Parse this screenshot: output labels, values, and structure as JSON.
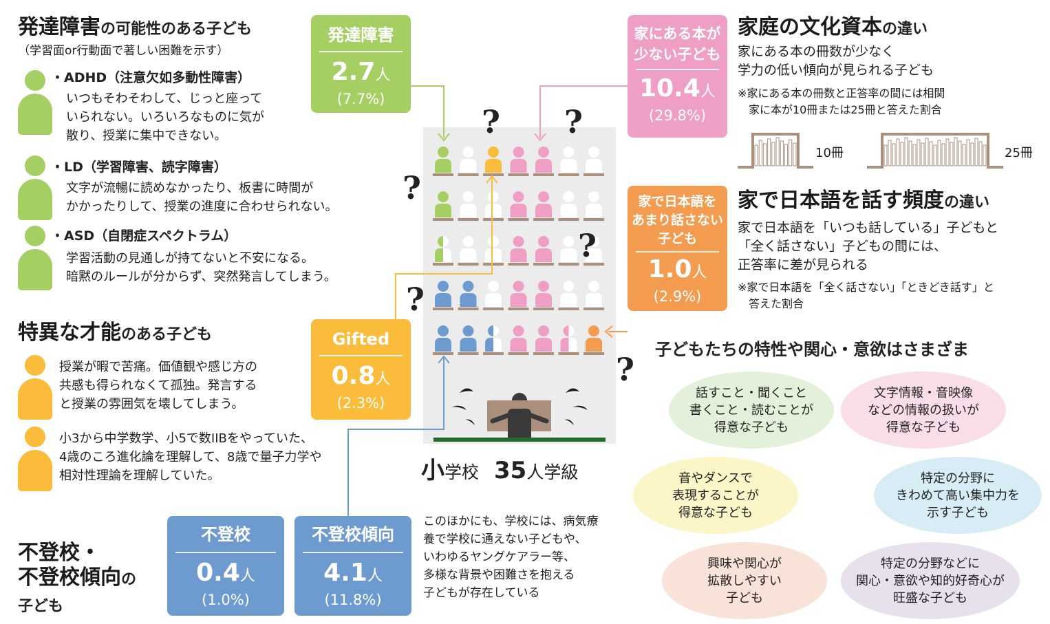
{
  "colors": {
    "green": "#a5cf63",
    "pink": "#ef9fc5",
    "orange": "#f39b4f",
    "yellow": "#fbbb3b",
    "blue": "#6d9bd0",
    "classroom_bg": "#ececec",
    "desk": "#a98f7c",
    "board": "#226b2f"
  },
  "dev": {
    "title_main": "発達障害",
    "title_rest": "の可能性のある子ども",
    "subtitle": "（学習面or行動面で著しい困難を示す）",
    "items": [
      {
        "title": "・ADHD（注意欠如多動性障害）",
        "desc": "いつもそわそわして、じっと座って\nいられない。いろいろなものに気が\n散り、授業に集中できない。"
      },
      {
        "title": "・LD（学習障害、読字障害）",
        "desc": "文字が流暢に読めなかったり、板書に時間が\nかかったりして、授業の進度に合わせられない。"
      },
      {
        "title": "・ASD（自閉症スペクトラム）",
        "desc": "学習活動の見通しが持てないと不安になる。\n暗黙のルールが分からず、突然発言してしまう。"
      }
    ]
  },
  "gifted": {
    "title_main": "特異な才能",
    "title_rest": "のある子ども",
    "items": [
      "授業が暇で苦痛。価値観や感じ方の\n共感も得られなくて孤独。発言する\nと授業の雰囲気を壊してしまう。",
      "小3から中学数学、小5で数IIBをやっていた、\n4歳のころ進化論を理解して、8歳で量子力学や\n相対性理論を理解していた。"
    ]
  },
  "absent": {
    "title_line1": "不登校・",
    "title_line2_main": "不登校傾向",
    "title_line2_rest": "の",
    "title_line3": "子ども"
  },
  "boxes": {
    "dev": {
      "label": "発達障害",
      "value": "2.7",
      "unit": "人",
      "pct": "(7.7%)"
    },
    "books": {
      "label": "家にある本が\n少ない子ども",
      "value": "10.4",
      "unit": "人",
      "pct": "(29.8%)"
    },
    "japanese": {
      "label": "家で日本語を\nあまり話さない\n子ども",
      "value": "1.0",
      "unit": "人",
      "pct": "(2.9%)"
    },
    "gifted": {
      "label": "Gifted",
      "value": "0.8",
      "unit": "人",
      "pct": "(2.3%)"
    },
    "absent": {
      "label": "不登校",
      "value": "0.4",
      "unit": "人",
      "pct": "(1.0%)"
    },
    "absent_tend": {
      "label": "不登校傾向",
      "value": "4.1",
      "unit": "人",
      "pct": "(11.8%)"
    }
  },
  "classroom": {
    "caption_small": "小",
    "caption_school": "学校",
    "caption_num": "35",
    "caption_rest": "人学級",
    "note": "このほかにも、学校には、病気療\n養で学校に通えない子どもや、\nいわゆるヤングケアラー等、\n多様な背景や困難さを抱える\n子どもが存在している",
    "qmark": "?"
  },
  "culture": {
    "title_main": "家庭の文化資本",
    "title_rest": "の違い",
    "desc": "家にある本の冊数が少なく\n学力の低い傾向が見られる子ども",
    "note": "※家にある本の冊数と正答率の間には相関\n　家に本が10冊または25冊と答えた割合",
    "shelf1": "10冊",
    "shelf2": "25冊"
  },
  "language": {
    "title_main": "家で日本語を話す頻度",
    "title_rest": "の違い",
    "desc": "家で日本語を「いつも話している」子どもと\n「全く話さない」子どもの間には、\n正答率に差が見られる",
    "note": "※家で日本語を「全く話さない」「ときどき話す」と\n　答えた割合"
  },
  "traits": {
    "title": "子どもたちの特性や関心・意欲はさまざま",
    "bubbles": [
      {
        "text": "話すこと・聞くこと\n書くこと・読むことが\n得意な子ども",
        "color": "#e3f0da"
      },
      {
        "text": "文字情報・音映像\nなどの情報の扱いが\n得意な子ども",
        "color": "#f9dde8"
      },
      {
        "text": "音やダンスで\n表現することが\n得意な子ども",
        "color": "#fbf5c8"
      },
      {
        "text": "特定の分野に\nきわめて高い集中力を\n示す子ども",
        "color": "#d8ecf6"
      },
      {
        "text": "興味や関心が\n拡散しやすい\n子ども",
        "color": "#f9e2d7"
      },
      {
        "text": "特定の分野などに\n関心・意欲や知的好奇心が\n旺盛な子ども",
        "color": "#e7e1ee"
      }
    ]
  }
}
